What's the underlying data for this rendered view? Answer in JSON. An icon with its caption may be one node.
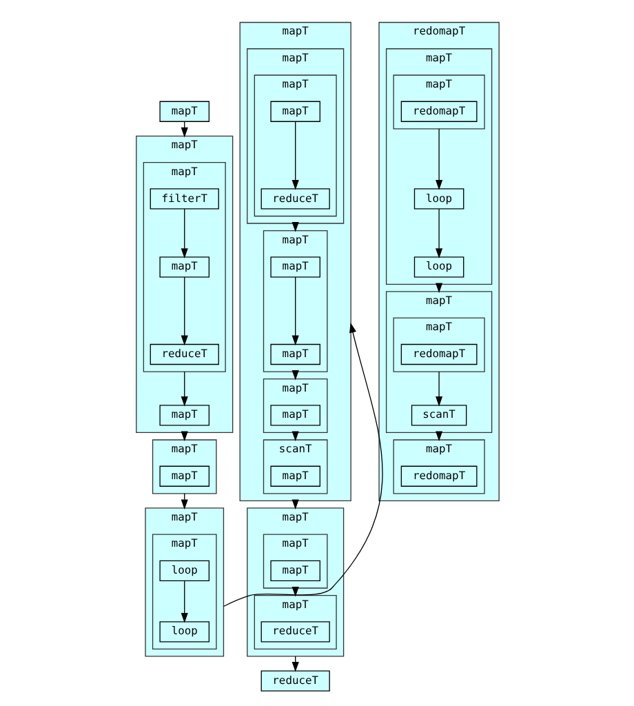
{
  "diagram": {
    "nodes": [
      {
        "text": [
          "mapT"
        ]
      },
      {
        "text": [
          "mapT"
        ]
      },
      {
        "text": [
          "mapT"
        ],
        "in": 1
      },
      {
        "text": [
          "filterT"
        ],
        "in": 2
      },
      {
        "text": [
          "mapT"
        ],
        "in": 2
      },
      {
        "text": [
          "reduceT"
        ],
        "in": 2
      },
      {
        "text": [
          "mapT"
        ],
        "in": 1
      },
      {
        "text": [
          "mapT"
        ]
      },
      {
        "text": [
          "mapT"
        ],
        "in": 7
      },
      {
        "text": [
          "mapT"
        ]
      },
      {
        "text": [
          "mapT"
        ],
        "in": 9
      },
      {
        "text": [
          "loop"
        ],
        "in": 10
      },
      {
        "text": [
          "loop"
        ],
        "in": 10
      },
      {
        "text": [
          "reduceT"
        ]
      },
      {
        "text": [
          "mapT"
        ]
      },
      {
        "text": [
          "mapT"
        ],
        "in": 14
      },
      {
        "text": [
          "mapT"
        ],
        "in": 15
      },
      {
        "text": [
          "mapT"
        ],
        "in": 16
      },
      {
        "text": [
          "reduceT"
        ],
        "in": 16
      },
      {
        "text": [
          "mapT"
        ],
        "in": 14
      },
      {
        "text": [
          "mapT"
        ],
        "in": 19
      },
      {
        "text": [
          "mapT"
        ],
        "in": 19
      },
      {
        "text": [
          "mapT"
        ],
        "in": 14
      },
      {
        "text": [
          "mapT"
        ],
        "in": 22
      },
      {
        "text": [
          "scanT"
        ],
        "in": 14
      },
      {
        "text": [
          "mapT"
        ],
        "in": 24
      },
      {
        "text": [
          "mapT"
        ]
      },
      {
        "text": [
          "mapT"
        ],
        "in": 26
      },
      {
        "text": [
          "mapT"
        ],
        "in": 27
      },
      {
        "text": [
          "mapT"
        ],
        "in": 26
      },
      {
        "text": [
          "reduceT"
        ],
        "in": 29
      },
      {
        "text": [
          "redomapT"
        ]
      },
      {
        "text": [
          "mapT"
        ],
        "in": 31
      },
      {
        "text": [
          "mapT"
        ],
        "in": 32
      },
      {
        "text": [
          "redomapT"
        ],
        "in": 33
      },
      {
        "text": [
          "loop"
        ],
        "in": 32
      },
      {
        "text": [
          "loop"
        ],
        "in": 32
      },
      {
        "text": [
          "mapT"
        ],
        "in": 31
      },
      {
        "text": [
          "mapT"
        ],
        "in": 37
      },
      {
        "text": [
          "redomapT"
        ],
        "in": 38
      },
      {
        "text": [
          "scanT"
        ],
        "in": 37
      },
      {
        "text": [
          "mapT"
        ],
        "in": 31
      },
      {
        "text": [
          "redomapT"
        ],
        "in": 41
      }
    ],
    "edges": [
      {
        "from": 0,
        "to": 1,
        "arrow": "to"
      },
      {
        "from": 3,
        "to": 4,
        "arrow": "to"
      },
      {
        "from": 4,
        "to": 5,
        "arrow": "to"
      },
      {
        "from": 2,
        "to": 6,
        "arrow": "to"
      },
      {
        "from": 1,
        "to": 7,
        "arrow": "to"
      },
      {
        "from": 7,
        "to": 9,
        "arrow": "to"
      },
      {
        "from": 11,
        "to": 12,
        "arrow": "to"
      },
      {
        "from": 9,
        "to": 14,
        "arrow": "to"
      },
      {
        "from": 17,
        "to": 18,
        "arrow": "to"
      },
      {
        "from": 15,
        "to": 19,
        "arrow": "to"
      },
      {
        "from": 20,
        "to": 21,
        "arrow": "to"
      },
      {
        "from": 19,
        "to": 22,
        "arrow": "to"
      },
      {
        "from": 22,
        "to": 24,
        "arrow": "to"
      },
      {
        "from": 14,
        "to": 26,
        "arrow": "to"
      },
      {
        "from": 27,
        "to": 29,
        "arrow": "to"
      },
      {
        "from": 26,
        "to": 13,
        "arrow": "to"
      },
      {
        "from": 33,
        "to": 35,
        "arrow": "to"
      },
      {
        "from": 35,
        "to": 36,
        "arrow": "to"
      },
      {
        "from": 32,
        "to": 37,
        "arrow": "to"
      },
      {
        "from": 38,
        "to": 40,
        "arrow": "to"
      },
      {
        "from": 37,
        "to": 41,
        "arrow": "to"
      }
    ]
  }
}
